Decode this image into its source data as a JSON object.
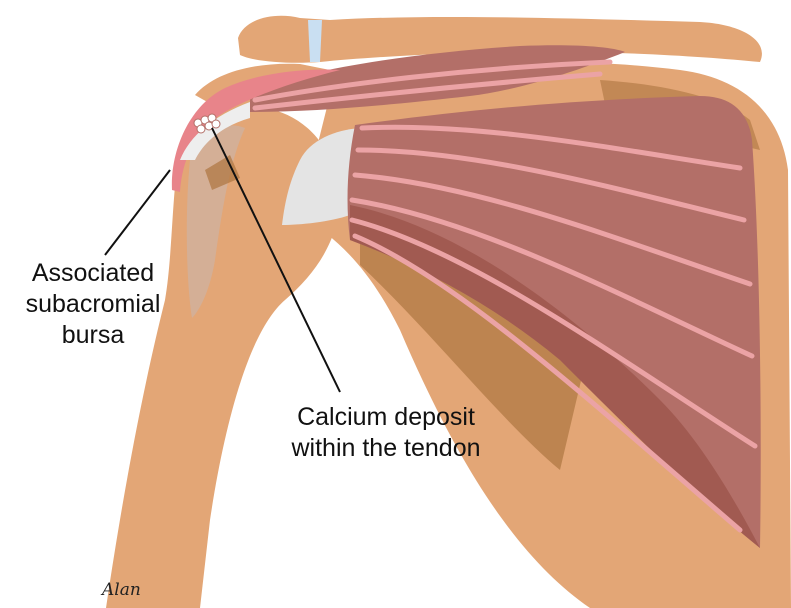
{
  "labels": {
    "bursa": [
      "Associated",
      "subacromial",
      "bursa"
    ],
    "calcium": [
      "Calcium deposit",
      "within the tendon"
    ]
  },
  "signature": "Alan",
  "colors": {
    "bone": "#e3a676",
    "bone_shadow": "#d1b09a",
    "muscle": "#b36f68",
    "muscle_dark": "#a15a51",
    "fiber": "#eba3a5",
    "bursa": "#e8848a",
    "tendon": "#eeeeee",
    "cartilage": "#c9dff2",
    "fossa_brown": "#b07844"
  }
}
